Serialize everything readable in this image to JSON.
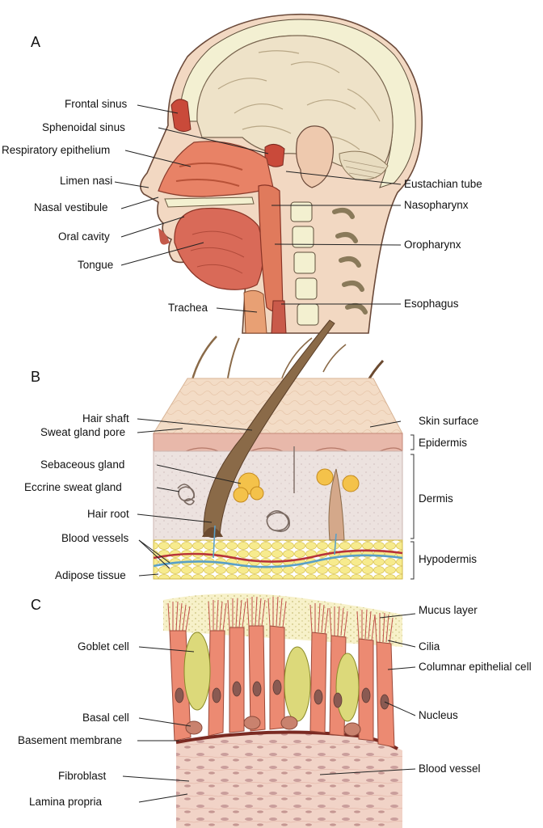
{
  "panels": {
    "a": {
      "letter": "A",
      "labels": {
        "frontal_sinus": "Frontal sinus",
        "sphenoidal_sinus": "Sphenoidal sinus",
        "respiratory_epithelium": "Respiratory epithelium",
        "limen_nasi": "Limen nasi",
        "nasal_vestibule": "Nasal vestibule",
        "oral_cavity": "Oral cavity",
        "tongue": "Tongue",
        "trachea": "Trachea",
        "eustachian_tube": "Eustachian tube",
        "nasopharynx": "Nasopharynx",
        "oropharynx": "Oropharynx",
        "esophagus": "Esophagus"
      }
    },
    "b": {
      "letter": "B",
      "labels": {
        "hair_shaft": "Hair shaft",
        "sweat_gland_pore": "Sweat gland pore",
        "sebaceous_gland": "Sebaceous gland",
        "eccrine_sweat_gland": "Eccrine sweat gland",
        "hair_root": "Hair root",
        "blood_vessels": "Blood vessels",
        "adipose_tissue": "Adipose tissue",
        "skin_surface": "Skin surface",
        "epidermis": "Epidermis",
        "dermis": "Dermis",
        "hypodermis": "Hypodermis"
      }
    },
    "c": {
      "letter": "C",
      "labels": {
        "goblet_cell": "Goblet cell",
        "basal_cell": "Basal cell",
        "basement_membrane": "Basement membrane",
        "fibroblast": "Fibroblast",
        "lamina_propria": "Lamina propria",
        "mucus_layer": "Mucus layer",
        "cilia": "Cilia",
        "columnar_epithelial_cell": "Columnar epithelial cell",
        "nucleus": "Nucleus",
        "blood_vessel": "Blood vessel"
      }
    }
  },
  "colors": {
    "skin": "#f2d9c4",
    "brain": "#eee2c6",
    "mucosa": "#e07a5c",
    "bone": "#f3f0d0",
    "epidermis": "#e6b4a6",
    "dermis": "#ebe2de",
    "fat": "#f5e58a",
    "artery": "#b8323a",
    "vein": "#5aa0c8",
    "cell": "#e9806a",
    "goblet": "#dcd97a",
    "membrane": "#7a2a22",
    "lamina": "#f0ccc0"
  }
}
